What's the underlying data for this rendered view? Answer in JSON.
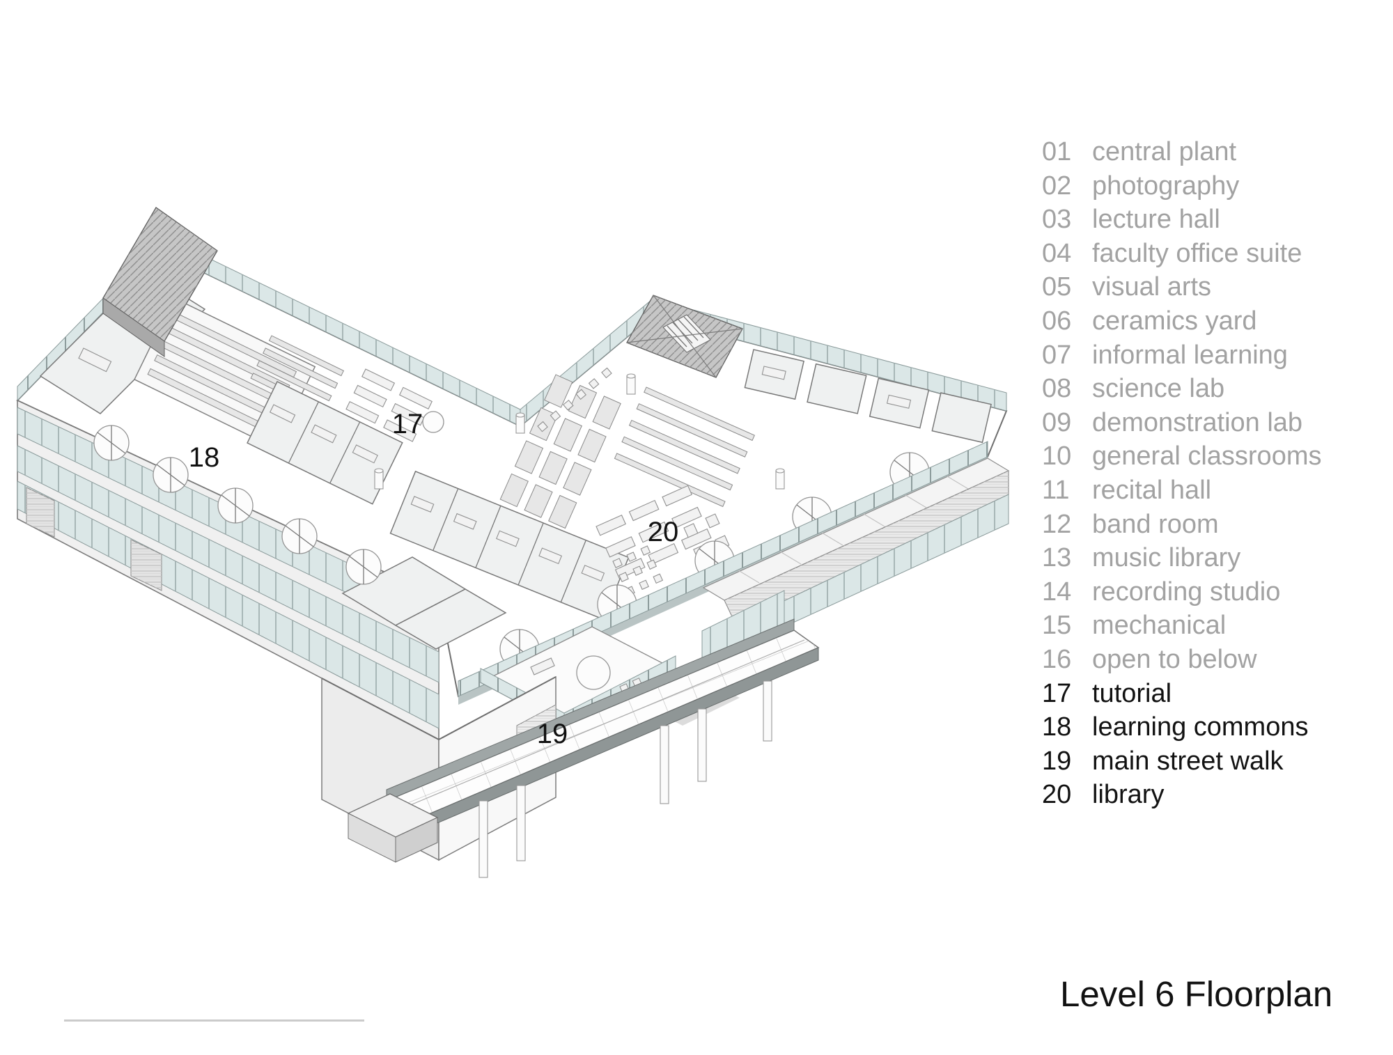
{
  "title": "Level 6 Floorplan",
  "drawing": {
    "description": "axonometric cutaway floorplan of level 6",
    "plan_labels": {
      "n17": "17",
      "n18": "18",
      "n19": "19",
      "n20": "20"
    }
  },
  "legend": {
    "items": [
      {
        "number": "01",
        "label": "central plant",
        "highlighted": false
      },
      {
        "number": "02",
        "label": "photography",
        "highlighted": false
      },
      {
        "number": "03",
        "label": "lecture hall",
        "highlighted": false
      },
      {
        "number": "04",
        "label": "faculty office suite",
        "highlighted": false
      },
      {
        "number": "05",
        "label": "visual arts",
        "highlighted": false
      },
      {
        "number": "06",
        "label": "ceramics yard",
        "highlighted": false
      },
      {
        "number": "07",
        "label": "informal learning",
        "highlighted": false
      },
      {
        "number": "08",
        "label": "science lab",
        "highlighted": false
      },
      {
        "number": "09",
        "label": "demonstration lab",
        "highlighted": false
      },
      {
        "number": "10",
        "label": "general classrooms",
        "highlighted": false
      },
      {
        "number": "11",
        "label": "recital hall",
        "highlighted": false
      },
      {
        "number": "12",
        "label": "band room",
        "highlighted": false
      },
      {
        "number": "13",
        "label": "music library",
        "highlighted": false
      },
      {
        "number": "14",
        "label": "recording studio",
        "highlighted": false
      },
      {
        "number": "15",
        "label": "mechanical",
        "highlighted": false
      },
      {
        "number": "16",
        "label": "open to below",
        "highlighted": false
      },
      {
        "number": "17",
        "label": "tutorial",
        "highlighted": true
      },
      {
        "number": "18",
        "label": "learning commons",
        "highlighted": true
      },
      {
        "number": "19",
        "label": "main street walk",
        "highlighted": true
      },
      {
        "number": "20",
        "label": "library",
        "highlighted": true
      }
    ]
  },
  "colors": {
    "glass_tint": "#dbe7e7",
    "line_gray": "#6f6f6f",
    "legend_gray": "#a2a2a2",
    "text_black": "#121212"
  }
}
